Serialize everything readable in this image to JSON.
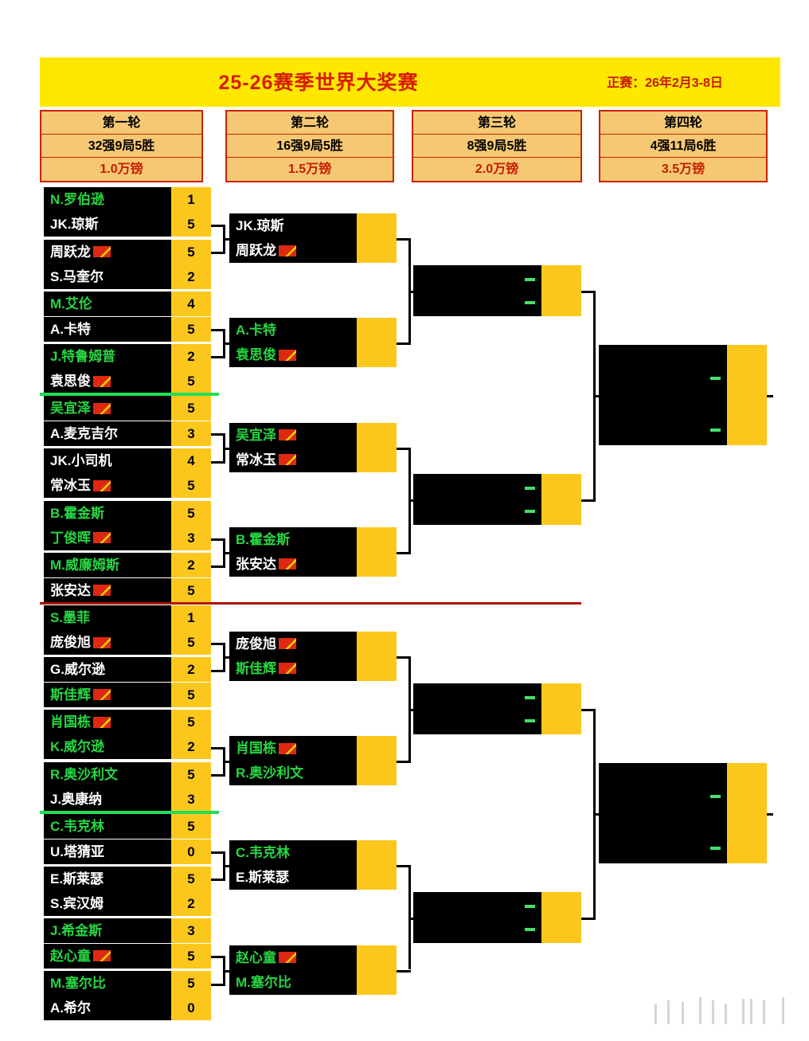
{
  "banner": {
    "title": "25-26赛季世界大奖赛",
    "date": "正赛：26年2月3-8日",
    "bg_color": "#ffe800",
    "title_color": "#d81d00"
  },
  "round_headers": [
    {
      "name": "第一轮",
      "format": "32强9局5胜",
      "prize": "1.0万镑"
    },
    {
      "name": "第二轮",
      "format": "16强9局5胜",
      "prize": "1.5万镑"
    },
    {
      "name": "第三轮",
      "format": "8强9局5胜",
      "prize": "2.0万镑"
    },
    {
      "name": "第四轮",
      "format": "4强11局6胜",
      "prize": "3.5万镑"
    }
  ],
  "colors": {
    "seed_green": "#27d642",
    "plain_white": "#ffffff",
    "score_yellow": "#fbc71d",
    "header_orange": "#f7c873",
    "header_border_red": "#cc2200",
    "divider_green": "#22dd55",
    "divider_red": "#aa1500",
    "dash_green": "#44e06a"
  },
  "round1": [
    {
      "name": "N.罗伯逊",
      "score": "1",
      "seed": true,
      "flag": false
    },
    {
      "name": "JK.琼斯",
      "score": "5",
      "seed": false,
      "flag": false
    },
    {
      "name": "周跃龙",
      "score": "5",
      "seed": false,
      "flag": true
    },
    {
      "name": "S.马奎尔",
      "score": "2",
      "seed": false,
      "flag": false
    },
    {
      "name": "M.艾伦",
      "score": "4",
      "seed": true,
      "flag": false
    },
    {
      "name": "A.卡特",
      "score": "5",
      "seed": false,
      "flag": false
    },
    {
      "name": "J.特鲁姆普",
      "score": "2",
      "seed": true,
      "flag": false
    },
    {
      "name": "袁思俊",
      "score": "5",
      "seed": false,
      "flag": true
    },
    {
      "name": "吴宜泽",
      "score": "5",
      "seed": true,
      "flag": true
    },
    {
      "name": "A.麦克吉尔",
      "score": "3",
      "seed": false,
      "flag": false
    },
    {
      "name": "JK.小司机",
      "score": "4",
      "seed": false,
      "flag": false
    },
    {
      "name": "常冰玉",
      "score": "5",
      "seed": false,
      "flag": true
    },
    {
      "name": "B.霍金斯",
      "score": "5",
      "seed": true,
      "flag": false
    },
    {
      "name": "丁俊晖",
      "score": "3",
      "seed": true,
      "flag": true
    },
    {
      "name": "M.威廉姆斯",
      "score": "2",
      "seed": true,
      "flag": false
    },
    {
      "name": "张安达",
      "score": "5",
      "seed": false,
      "flag": true
    },
    {
      "name": "S.墨菲",
      "score": "1",
      "seed": true,
      "flag": false
    },
    {
      "name": "庞俊旭",
      "score": "5",
      "seed": false,
      "flag": true
    },
    {
      "name": "G.威尔逊",
      "score": "2",
      "seed": false,
      "flag": false
    },
    {
      "name": "斯佳辉",
      "score": "5",
      "seed": true,
      "flag": true
    },
    {
      "name": "肖国栋",
      "score": "5",
      "seed": true,
      "flag": true
    },
    {
      "name": "K.威尔逊",
      "score": "2",
      "seed": true,
      "flag": false
    },
    {
      "name": "R.奥沙利文",
      "score": "5",
      "seed": true,
      "flag": false
    },
    {
      "name": "J.奥康纳",
      "score": "3",
      "seed": false,
      "flag": false
    },
    {
      "name": "C.韦克林",
      "score": "5",
      "seed": true,
      "flag": false
    },
    {
      "name": "U.塔猜亚",
      "score": "0",
      "seed": false,
      "flag": false
    },
    {
      "name": "E.斯莱瑟",
      "score": "5",
      "seed": false,
      "flag": false
    },
    {
      "name": "S.宾汉姆",
      "score": "2",
      "seed": false,
      "flag": false
    },
    {
      "name": "J.希金斯",
      "score": "3",
      "seed": true,
      "flag": false
    },
    {
      "name": "赵心童",
      "score": "5",
      "seed": true,
      "flag": true
    },
    {
      "name": "M.塞尔比",
      "score": "5",
      "seed": true,
      "flag": false
    },
    {
      "name": "A.希尔",
      "score": "0",
      "seed": false,
      "flag": false
    }
  ],
  "round2": [
    {
      "top": {
        "name": "JK.琼斯",
        "seed": false,
        "flag": false
      },
      "bottom": {
        "name": "周跃龙",
        "seed": false,
        "flag": true
      }
    },
    {
      "top": {
        "name": "A.卡特",
        "seed": true,
        "flag": false
      },
      "bottom": {
        "name": "袁思俊",
        "seed": true,
        "flag": true
      }
    },
    {
      "top": {
        "name": "吴宜泽",
        "seed": true,
        "flag": true
      },
      "bottom": {
        "name": "常冰玉",
        "seed": false,
        "flag": true
      }
    },
    {
      "top": {
        "name": "B.霍金斯",
        "seed": true,
        "flag": false
      },
      "bottom": {
        "name": "张安达",
        "seed": false,
        "flag": true
      }
    },
    {
      "top": {
        "name": "庞俊旭",
        "seed": false,
        "flag": true
      },
      "bottom": {
        "name": "斯佳辉",
        "seed": true,
        "flag": true
      }
    },
    {
      "top": {
        "name": "肖国栋",
        "seed": true,
        "flag": true
      },
      "bottom": {
        "name": "R.奥沙利文",
        "seed": true,
        "flag": false
      }
    },
    {
      "top": {
        "name": "C.韦克林",
        "seed": true,
        "flag": false
      },
      "bottom": {
        "name": "E.斯莱瑟",
        "seed": false,
        "flag": false
      }
    },
    {
      "top": {
        "name": "赵心童",
        "seed": true,
        "flag": true
      },
      "bottom": {
        "name": "M.塞尔比",
        "seed": true,
        "flag": false
      }
    }
  ],
  "round3": [
    {
      "top": "-",
      "bottom": "-"
    },
    {
      "top": "-",
      "bottom": "-"
    },
    {
      "top": "-",
      "bottom": "-"
    },
    {
      "top": "-",
      "bottom": "-"
    }
  ],
  "round4": [
    {
      "top": "-",
      "bottom": "-"
    },
    {
      "top": "-",
      "bottom": "-"
    }
  ]
}
